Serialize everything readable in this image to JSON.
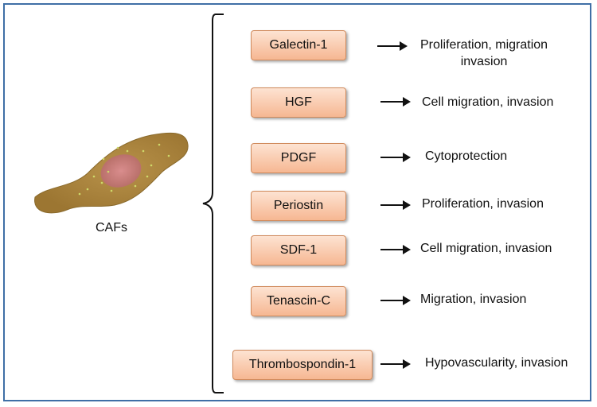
{
  "cell": {
    "label": "CAFs"
  },
  "factors": [
    {
      "name": "Galectin-1",
      "effect": [
        "Proliferation, migration",
        "invasion"
      ]
    },
    {
      "name": "HGF",
      "effect": [
        "Cell migration, invasion"
      ]
    },
    {
      "name": "PDGF",
      "effect": [
        "Cytoprotection"
      ]
    },
    {
      "name": "Periostin",
      "effect": [
        "Proliferation, invasion"
      ]
    },
    {
      "name": "SDF-1",
      "effect": [
        "Cell migration, invasion"
      ]
    },
    {
      "name": "Tenascin-C",
      "effect": [
        "Migration, invasion"
      ]
    },
    {
      "name": "Thrombospondin-1",
      "effect": [
        "Hypovascularity, invasion"
      ]
    }
  ],
  "colors": {
    "box_fill": "#f6b792",
    "box_border": "#d08a5c",
    "frame": "#3f6fa6",
    "cell_body": "#a8823c",
    "nucleus": "#c97a7a"
  }
}
